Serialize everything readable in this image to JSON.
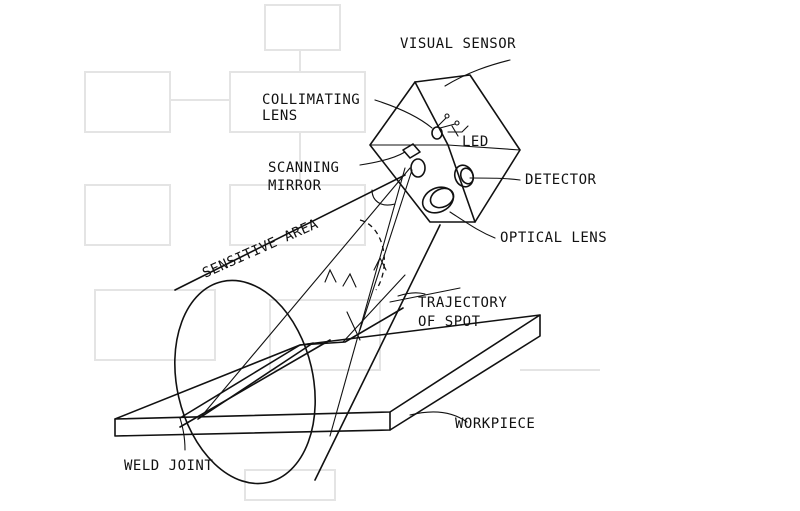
{
  "labels": {
    "visual_sensor": "VISUAL SENSOR",
    "collimating_lens_1": "COLLIMATING",
    "collimating_lens_2": "LENS",
    "led": "LED",
    "scanning_mirror_1": "SCANNING",
    "scanning_mirror_2": "MIRROR",
    "detector": "DETECTOR",
    "optical_lens": "OPTICAL LENS",
    "sensitive_area": "SENSITIVE AREA",
    "trajectory_1": "TRAJECTORY",
    "trajectory_2": "OF SPOT",
    "workpiece": "WORKPIECE",
    "weld_joint": "WELD JOINT"
  }
}
